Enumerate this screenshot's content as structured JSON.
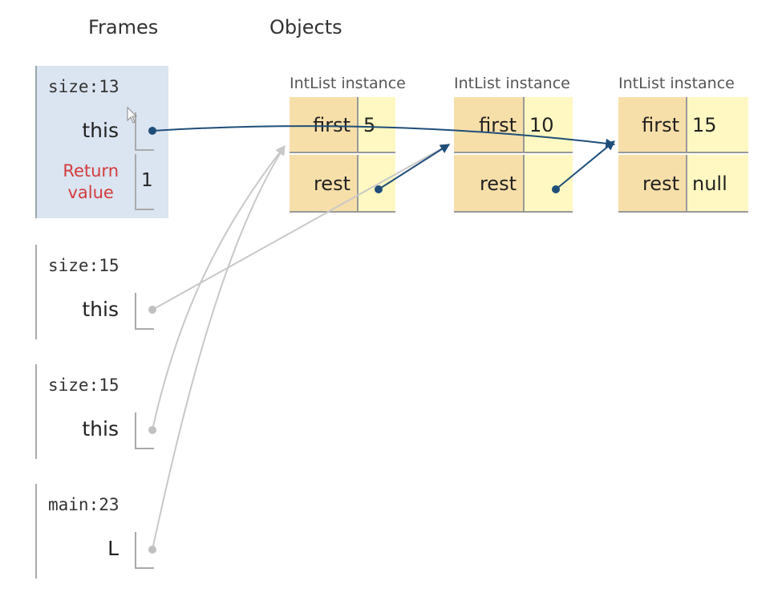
{
  "headers": {
    "frames": "Frames",
    "objects": "Objects"
  },
  "frames": [
    {
      "name": "size:13",
      "active": true,
      "vars": [
        {
          "name": "this",
          "value": "pointer"
        }
      ],
      "return_label": [
        "Return",
        "value"
      ],
      "return_value": "1"
    },
    {
      "name": "size:15",
      "active": false,
      "vars": [
        {
          "name": "this",
          "value": "pointer"
        }
      ]
    },
    {
      "name": "size:15",
      "active": false,
      "vars": [
        {
          "name": "this",
          "value": "pointer"
        }
      ]
    },
    {
      "name": "main:23",
      "active": false,
      "vars": [
        {
          "name": "L",
          "value": "pointer"
        }
      ]
    }
  ],
  "objects": [
    {
      "label": "IntList instance",
      "fields": [
        {
          "key": "first",
          "value": "5"
        },
        {
          "key": "rest",
          "value": ""
        }
      ]
    },
    {
      "label": "IntList instance",
      "fields": [
        {
          "key": "first",
          "value": "10"
        },
        {
          "key": "rest",
          "value": ""
        }
      ]
    },
    {
      "label": "IntList instance",
      "fields": [
        {
          "key": "first",
          "value": "15"
        },
        {
          "key": "rest",
          "value": "null"
        }
      ]
    }
  ],
  "colors": {
    "active_frame_bg": "#dbe4f1",
    "active_arrow": "#1f4e79",
    "inactive_arrow": "#c8c8c8",
    "return_label": "#d43c3c",
    "field_key_bg": "#f7dfa9",
    "field_value_bg": "#fff8c2"
  }
}
